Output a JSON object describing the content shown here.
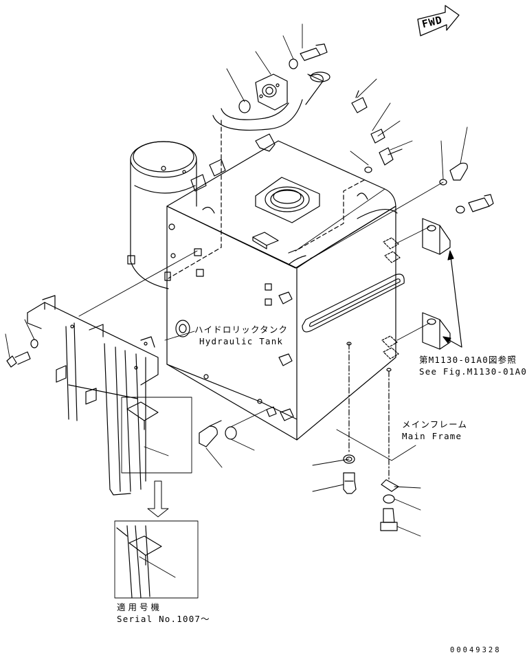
{
  "labels": {
    "fwd": "FWD",
    "hydraulic_tank_jp": "ハイドロリックタンク",
    "hydraulic_tank_en": "Hydraulic Tank",
    "see_fig_jp": "第M1130-01A0図参照",
    "see_fig_en": "See Fig.M1130-01A0",
    "main_frame_jp": "メインフレーム",
    "main_frame_en": "Main Frame",
    "serial_jp": "適用号機",
    "serial_en": "Serial No.1007～",
    "doc_number": "00049328"
  }
}
